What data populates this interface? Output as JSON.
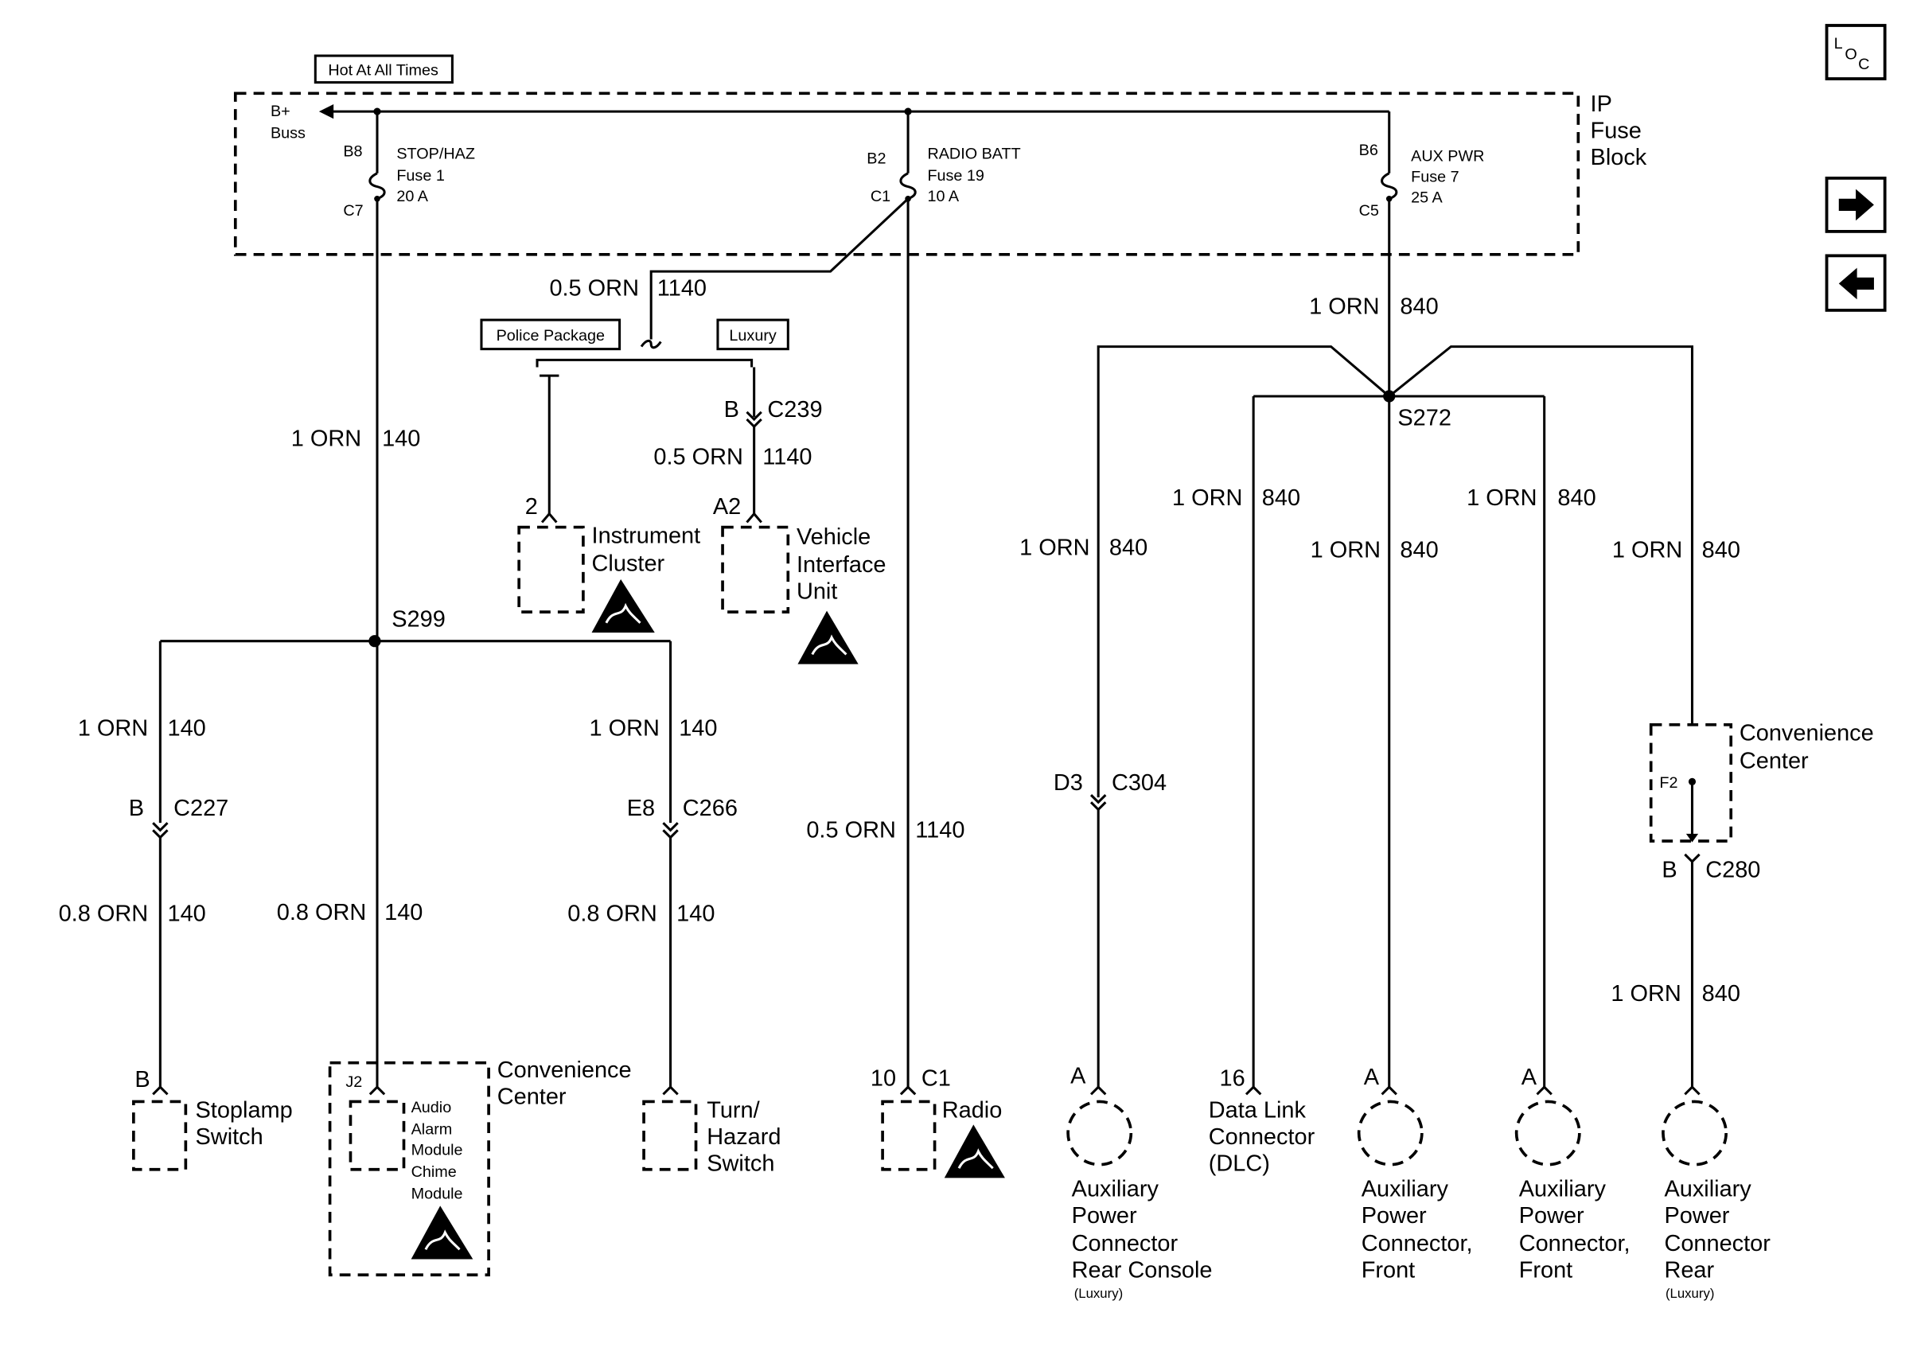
{
  "top_label": "Hot At All Times",
  "fuse_block": {
    "title_lines": [
      "IP",
      "Fuse",
      "Block"
    ],
    "buss_lines": [
      "B+",
      "Buss"
    ],
    "fuses": [
      {
        "in_pin": "B8",
        "out_pin": "C7",
        "lines": [
          "STOP/HAZ",
          "Fuse 1",
          "20 A"
        ]
      },
      {
        "in_pin": "B2",
        "out_pin": "C1",
        "lines": [
          "RADIO BATT",
          "Fuse 19",
          "10 A"
        ]
      },
      {
        "in_pin": "B6",
        "out_pin": "C5",
        "lines": [
          "AUX PWR",
          "Fuse 7",
          "25 A"
        ]
      }
    ]
  },
  "options": {
    "police": "Police Package",
    "luxury": "Luxury"
  },
  "wires": [
    {
      "gauge": "0.5 ORN",
      "circuit": "1140"
    },
    {
      "gauge": "1 ORN",
      "circuit": "140"
    },
    {
      "gauge": "0.5 ORN",
      "circuit": "1140"
    },
    {
      "gauge": "1 ORN",
      "circuit": "840"
    },
    {
      "gauge": "1 ORN",
      "circuit": "840"
    },
    {
      "gauge": "1 ORN",
      "circuit": "840"
    },
    {
      "gauge": "1 ORN",
      "circuit": "840"
    },
    {
      "gauge": "1 ORN",
      "circuit": "840"
    },
    {
      "gauge": "1 ORN",
      "circuit": "840"
    },
    {
      "gauge": "1 ORN",
      "circuit": "140"
    },
    {
      "gauge": "1 ORN",
      "circuit": "140"
    },
    {
      "gauge": "0.8 ORN",
      "circuit": "140"
    },
    {
      "gauge": "0.8 ORN",
      "circuit": "140"
    },
    {
      "gauge": "0.8 ORN",
      "circuit": "140"
    },
    {
      "gauge": "0.5 ORN",
      "circuit": "1140"
    },
    {
      "gauge": "1 ORN",
      "circuit": "840"
    }
  ],
  "splices": [
    "S299",
    "S272"
  ],
  "connectors": {
    "c239": {
      "pin": "B",
      "name": "C239"
    },
    "c227": {
      "pin": "B",
      "name": "C227"
    },
    "c266": {
      "pin": "E8",
      "name": "C266"
    },
    "c304": {
      "pin": "D3",
      "name": "C304"
    },
    "c280": {
      "pin": "B",
      "name": "C280"
    },
    "f2": "F2"
  },
  "components": {
    "instrument_cluster": {
      "pin": "2",
      "lines": [
        "Instrument",
        "Cluster"
      ]
    },
    "viu": {
      "pin": "A2",
      "lines": [
        "Vehicle",
        "Interface",
        "Unit"
      ]
    },
    "stoplamp": {
      "pin": "B",
      "lines": [
        "Stoplamp",
        "Switch"
      ]
    },
    "conv_center_left": {
      "lines": [
        "Convenience",
        "Center"
      ],
      "pin": "J2",
      "module_lines": [
        "Audio",
        "Alarm",
        "Module",
        "Chime",
        "Module"
      ]
    },
    "turn_hazard": {
      "lines": [
        "Turn/",
        "Hazard",
        "Switch"
      ]
    },
    "radio": {
      "pin": "10",
      "conn": "C1",
      "name": "Radio"
    },
    "conv_center_right": {
      "lines": [
        "Convenience",
        "Center"
      ]
    },
    "apc_rear_console": {
      "pin": "A",
      "lines": [
        "Auxiliary",
        "Power",
        "Connector",
        "Rear Console"
      ],
      "note": "(Luxury)"
    },
    "dlc": {
      "pin": "16",
      "lines": [
        "Data Link",
        "Connector",
        "(DLC)"
      ]
    },
    "apc_front_1": {
      "pin": "A",
      "lines": [
        "Auxiliary",
        "Power",
        "Connector,",
        "Front"
      ]
    },
    "apc_front_2": {
      "pin": "A",
      "lines": [
        "Auxiliary",
        "Power",
        "Connector,",
        "Front"
      ]
    },
    "apc_rear": {
      "lines": [
        "Auxiliary",
        "Power",
        "Connector",
        "Rear"
      ],
      "note": "(Luxury)"
    }
  },
  "loc_button": {
    "letters": [
      "L",
      "O",
      "C"
    ]
  },
  "nav": {
    "forward_icon": "arrow-right-icon",
    "back_icon": "arrow-left-icon"
  }
}
